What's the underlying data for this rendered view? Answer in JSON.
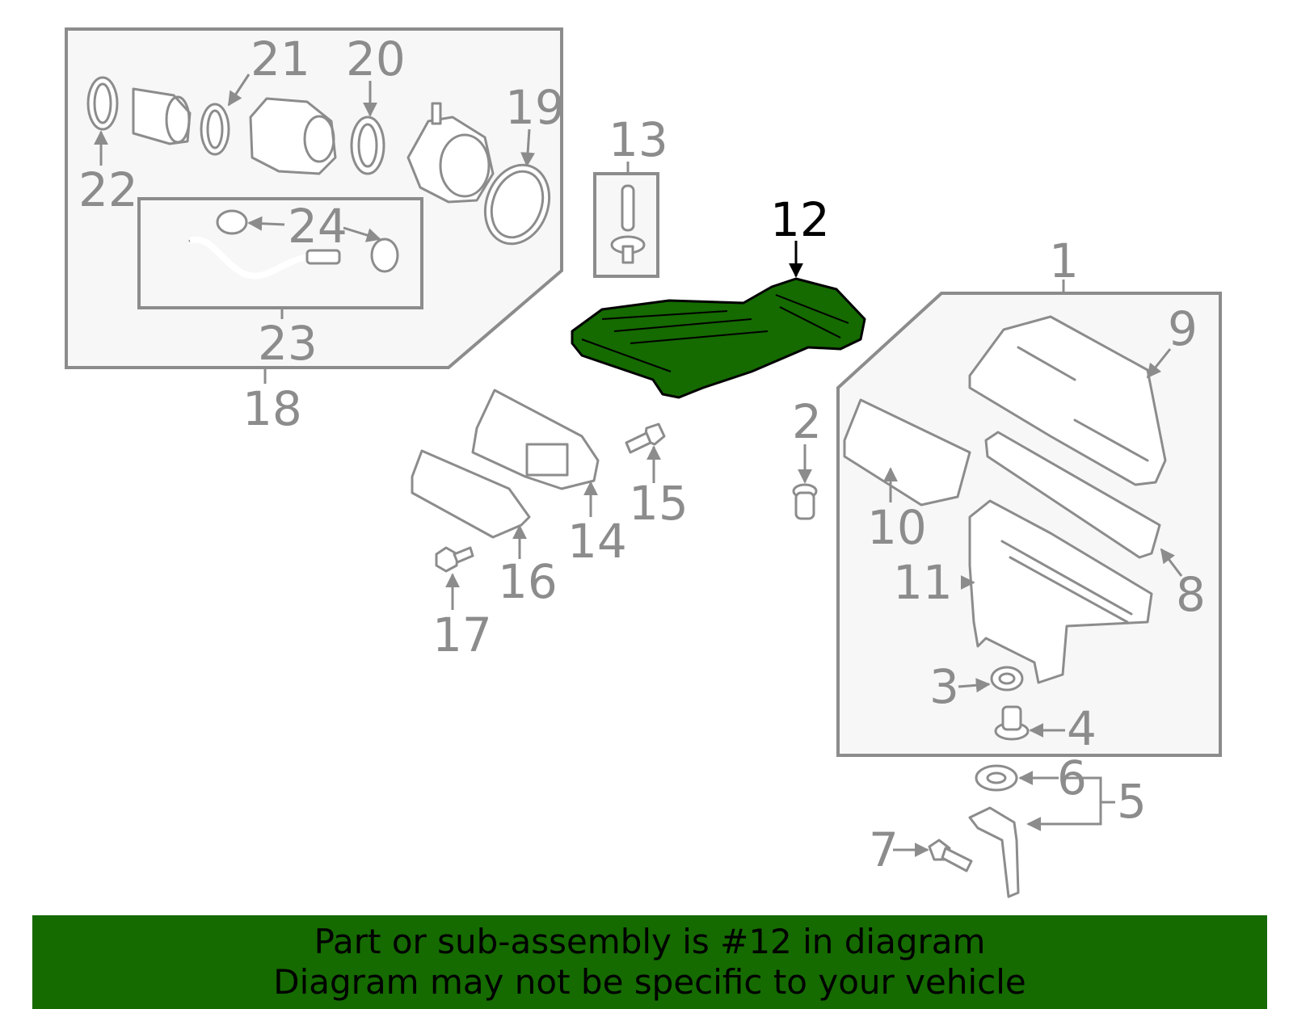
{
  "diagram": {
    "highlight_color": "#156a00",
    "highlighted_part": "12",
    "callouts": [
      "1",
      "2",
      "3",
      "4",
      "5",
      "6",
      "7",
      "8",
      "9",
      "10",
      "11",
      "12",
      "13",
      "14",
      "15",
      "16",
      "17",
      "18",
      "19",
      "20",
      "21",
      "22",
      "23",
      "24",
      "24"
    ]
  },
  "banner": {
    "line1": "Part or sub-assembly is #12 in diagram",
    "line2": "Diagram may not be specific to your vehicle",
    "background": "#156a00"
  }
}
